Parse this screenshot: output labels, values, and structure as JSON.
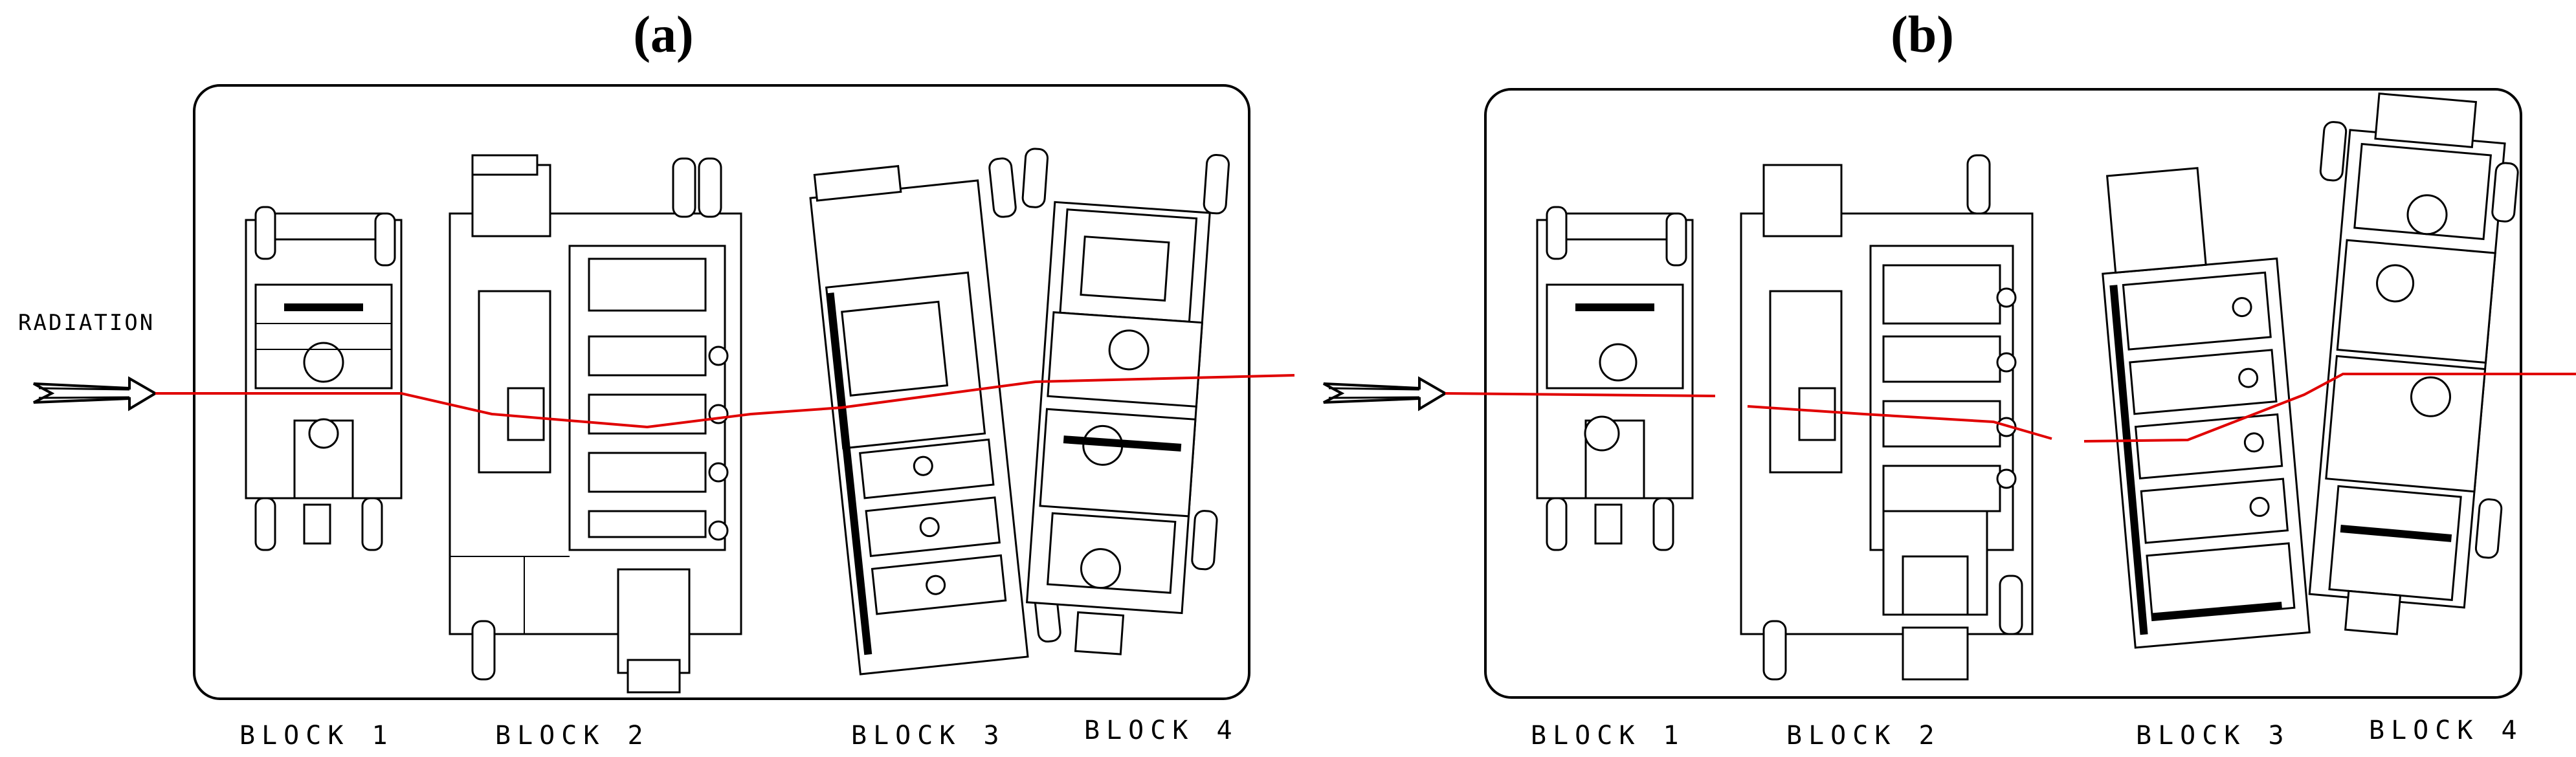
{
  "panels": [
    {
      "id": "a",
      "title": "(a)",
      "side_label": "RADIATION",
      "blocks": [
        "BLOCK 1",
        "BLOCK 2",
        "BLOCK 3",
        "BLOCK 4"
      ]
    },
    {
      "id": "b",
      "title": "(b)",
      "blocks": [
        "BLOCK 1",
        "BLOCK 2",
        "BLOCK 3",
        "BLOCK 4"
      ]
    }
  ],
  "colors": {
    "beam": "#e00000",
    "line_art": "#000000",
    "background": "#ffffff"
  }
}
